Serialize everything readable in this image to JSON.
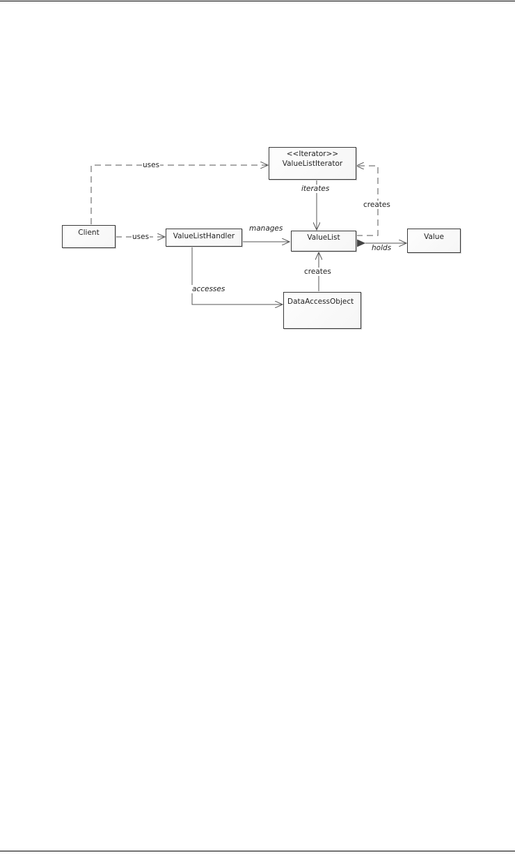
{
  "classes": {
    "iterator": {
      "stereotype": "<<Iterator>>",
      "name": "ValueListIterator"
    },
    "client": {
      "name": "Client"
    },
    "handler": {
      "name": "ValueListHandler"
    },
    "valuelist": {
      "name": "ValueList"
    },
    "value": {
      "name": "Value"
    },
    "dao": {
      "name": "DataAccessObject"
    }
  },
  "relations": {
    "client_iterator": "uses",
    "client_handler": "uses",
    "handler_valuelist": "manages",
    "iterator_valuelist": "iterates",
    "valuelist_iterator": "creates",
    "valuelist_value": "holds",
    "dao_valuelist": "creates",
    "handler_dao": "accesses"
  },
  "colors": {
    "line": "#555555",
    "border": "#3a3a3a",
    "diamond": "#444444"
  }
}
